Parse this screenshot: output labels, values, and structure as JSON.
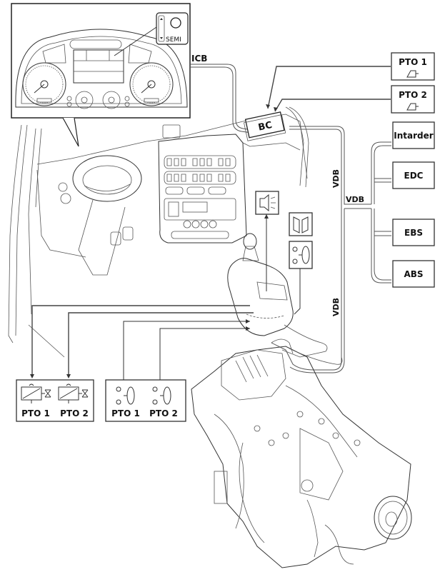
{
  "diagram": {
    "title": "Transmission control system layout",
    "instrument_panel": {
      "inset_label": "SEMI",
      "icons": [
        "gear-range-indicator-icon",
        "semi-mode-lamp-icon"
      ]
    },
    "buses": {
      "icb": "ICB",
      "vdb_upper": "VDB",
      "vdb_middle": "VDB",
      "vdb_lower": "VDB"
    },
    "body_controller": {
      "label": "BC"
    },
    "pto_switches": [
      {
        "label": "PTO 1",
        "icon": "pto-switch-icon"
      },
      {
        "label": "PTO 2",
        "icon": "pto-switch-icon"
      }
    ],
    "ecus": [
      {
        "label": "Intarder"
      },
      {
        "label": "EDC"
      },
      {
        "label": "EBS"
      },
      {
        "label": "ABS"
      }
    ],
    "shifter_indicators": [
      {
        "name": "buzzer",
        "icon": "buzzer-icon"
      },
      {
        "name": "manoeuvre",
        "icon": "manoeuvre-icon"
      },
      {
        "name": "pto-pressure",
        "icon": "pressure-switch-icon"
      }
    ],
    "pto_valves": {
      "labels": [
        "PTO 1",
        "PTO 2"
      ],
      "icon": "solenoid-valve-icon"
    },
    "pto_pressure_switches": {
      "labels": [
        "PTO 1",
        "PTO 2"
      ],
      "icon": "pressure-switch-icon"
    }
  }
}
